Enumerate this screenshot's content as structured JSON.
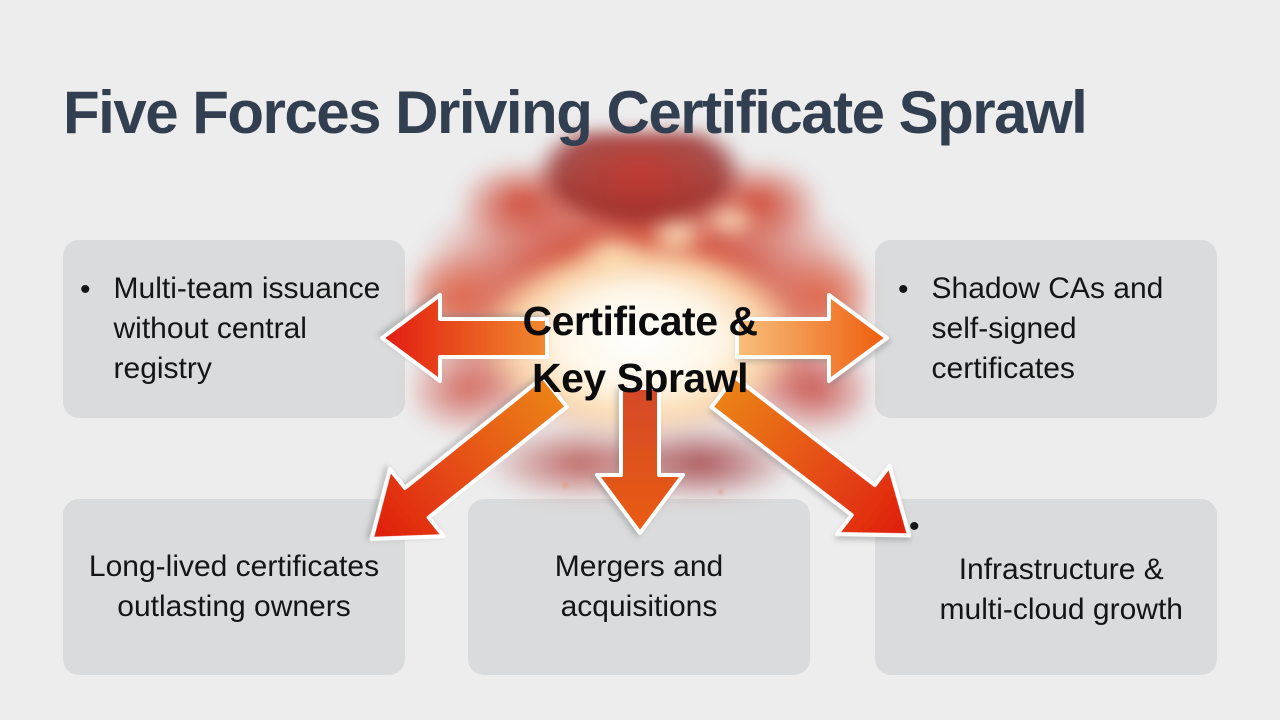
{
  "slide": {
    "title": "Five Forces Driving Certificate Sprawl",
    "bullet_char": "•",
    "center_label": "Certificate &\nKey Sprawl",
    "center_image": "explosion-fireball",
    "boxes": [
      {
        "id": "multi-team-issuance",
        "position": "top-left",
        "bullet": true,
        "text": "Multi-team issuance\nwithout central\nregistry"
      },
      {
        "id": "shadow-cas",
        "position": "top-right",
        "bullet": true,
        "text": "Shadow CAs and\nself-signed\ncertificates"
      },
      {
        "id": "long-lived-certificates",
        "position": "bottom-left",
        "bullet": false,
        "text": "Long-lived certificates\noutlasting owners"
      },
      {
        "id": "mergers-acquisitions",
        "position": "bottom-center",
        "bullet": false,
        "text": "Mergers and\nacquisitions"
      },
      {
        "id": "infrastructure-multicloud",
        "position": "bottom-right",
        "bullet": true,
        "text": "Infrastructure &\nmulti-cloud growth"
      }
    ],
    "arrows": [
      "left",
      "right",
      "down-left",
      "down",
      "down-right"
    ],
    "colors": {
      "background": "#ededee",
      "box_fill": "#dadbdc",
      "title_text": "#323f50",
      "body_text": "#151515",
      "center_text": "#0b0b0b",
      "arrow_red": "#e21b10",
      "arrow_orange": "#ee5c0c",
      "arrow_light_orange": "#f8c07c",
      "arrow_outline": "#ffffff"
    }
  }
}
